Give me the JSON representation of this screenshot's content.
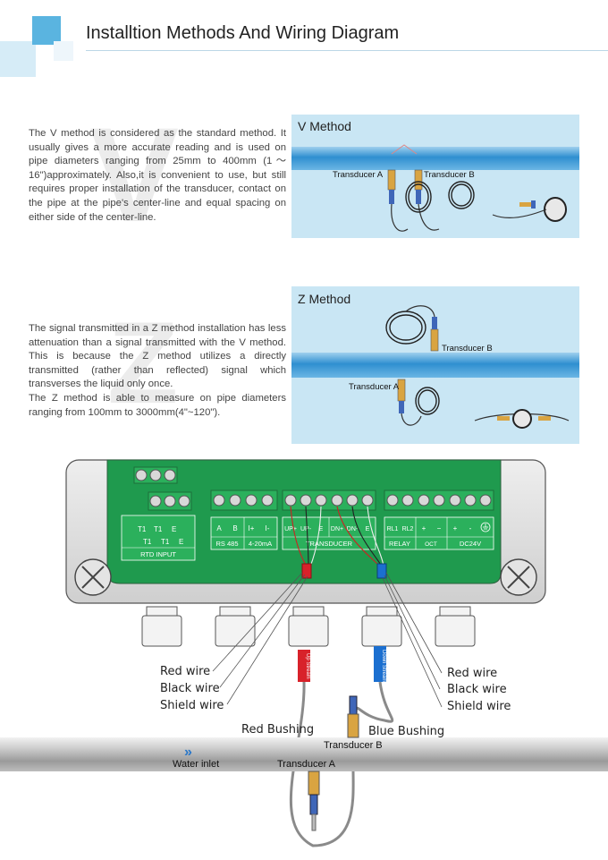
{
  "header": {
    "title": "Installtion Methods And Wiring Diagram"
  },
  "v_method": {
    "watermark": "V",
    "description": "The V method is considered as the standard method. It usually gives a more accurate reading and is used on pipe diameters ranging from 25mm to 400mm (1～16\")approximately. Also,it is convenient to use, but still requires proper installation of the transducer, contact on the pipe at the pipe's center-line and equal spacing on either side of the center-line.",
    "panel_title": "V Method",
    "label_a": "Transducer A",
    "label_b": "Transducer B"
  },
  "z_method": {
    "watermark": "Z",
    "description_1": "The signal transmitted in a Z method installation has less attenuation than a signal transmitted with the V method. This is because the Z method utilizes a directly transmitted (rather than reflected) signal which transverses the liquid only once.",
    "description_2": "The Z method is able to measure on pipe diameters ranging from 100mm to 3000mm(4\"~120\").",
    "panel_title": "Z Method",
    "label_a": "Transducer A",
    "label_b": "Transducer B"
  },
  "terminal_board": {
    "rtd": {
      "row1": [
        "T1",
        "T1",
        "E"
      ],
      "row2": [
        "T1",
        "T1",
        "E"
      ],
      "group": "RTD INPUT"
    },
    "rs485": {
      "pins": [
        "A",
        "B"
      ],
      "group": "RS 485"
    },
    "analog": {
      "pins": [
        "I+",
        "I-"
      ],
      "group": "4-20mA"
    },
    "transducer": {
      "pins": [
        "UP+",
        "UP-",
        "E",
        "DN+",
        "DN-",
        "E"
      ],
      "group": "TRANSDUCER"
    },
    "relay": {
      "pins": [
        "RL1",
        "RL2"
      ],
      "group": "RELAY"
    },
    "oct": {
      "pins": [
        "+",
        "−"
      ],
      "group": "OCT"
    },
    "power": {
      "pins": [
        "+",
        "-"
      ],
      "group": "DC24V"
    }
  },
  "wiring": {
    "left": {
      "red": "Red wire",
      "black": "Black wire",
      "shield": "Shield wire"
    },
    "right": {
      "red": "Red wire",
      "black": "Black wire",
      "shield": "Shield wire"
    },
    "red_bushing": "Red Bushing",
    "blue_bushing": "Blue Bushing",
    "up_stream_tag": "Up Stream",
    "down_stream_tag": "Down Stream",
    "transducer_a": "Transducer A",
    "transducer_b": "Transducer B",
    "water_inlet": "Water inlet",
    "flow_arrow": "»"
  }
}
